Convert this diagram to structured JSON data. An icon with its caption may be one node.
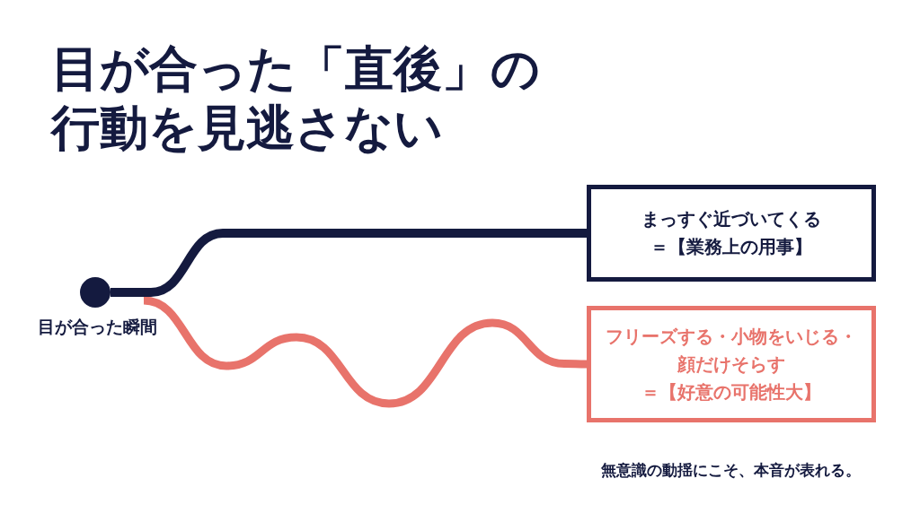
{
  "diagram": {
    "title": "目が合った「直後」の行動を見逃さない",
    "nodes": [
      {
        "text": [],
        "shape": "circle",
        "beside": [
          "目が合った瞬間"
        ]
      },
      {
        "text": [
          "まっすぐ近づいてくる",
          "＝【業務上の用事】"
        ]
      },
      {
        "text": [
          "フリーズする・小物をいじる・顔だけそらす",
          "＝【好意の可能性大】"
        ]
      }
    ],
    "edges": [
      {
        "from": 0,
        "to": 1,
        "arrow": "none"
      },
      {
        "from": 0,
        "to": 2,
        "arrow": "none",
        "color": "#e8736b"
      }
    ],
    "labels": [
      "無意識の動揺にこそ、本音が表れる。"
    ]
  }
}
